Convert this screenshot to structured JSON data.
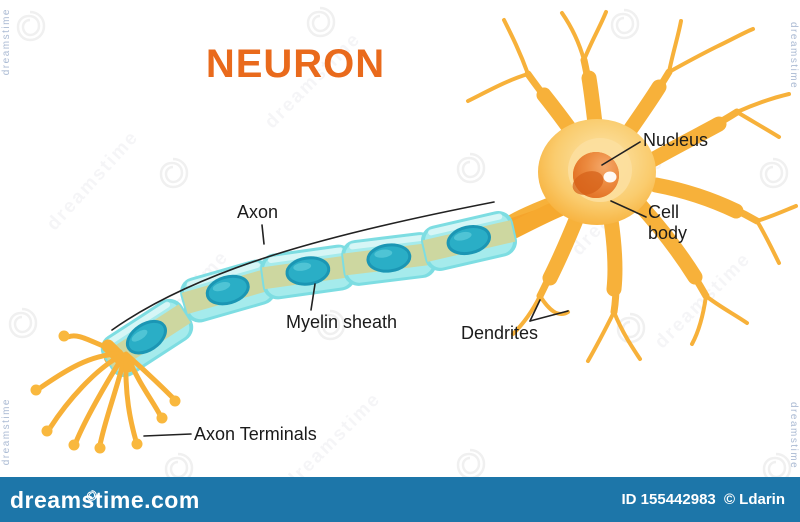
{
  "title": "NEURON",
  "labels": {
    "axon": "Axon",
    "nucleus": "Nucleus",
    "cell_body": "Cell body",
    "myelin_sheath": "Myelin sheath",
    "dendrites": "Dendrites",
    "axon_terminals": "Axon Terminals"
  },
  "watermark": {
    "edge_text": "dreamstime",
    "ghost_text": "dreamstime"
  },
  "footer": {
    "brand": "dreamstime.com",
    "image_id": "ID 155442983",
    "credit": "© Ldarin"
  },
  "colors": {
    "title_orange": "#e96a1c",
    "dendrite": "#f7b13a",
    "axon": "#f5a42c",
    "cell_body": "#f8bc4a",
    "nucleus": "#e4741f",
    "myelin_outer": "#a5ebec",
    "myelin_edge": "#7ddde2",
    "myelin_band": "#cdd7a0",
    "myelin_cell": "#2aaec6",
    "terminal": "#f7b037",
    "footer_bar": "#1d76a9",
    "pointer": "#222222"
  }
}
